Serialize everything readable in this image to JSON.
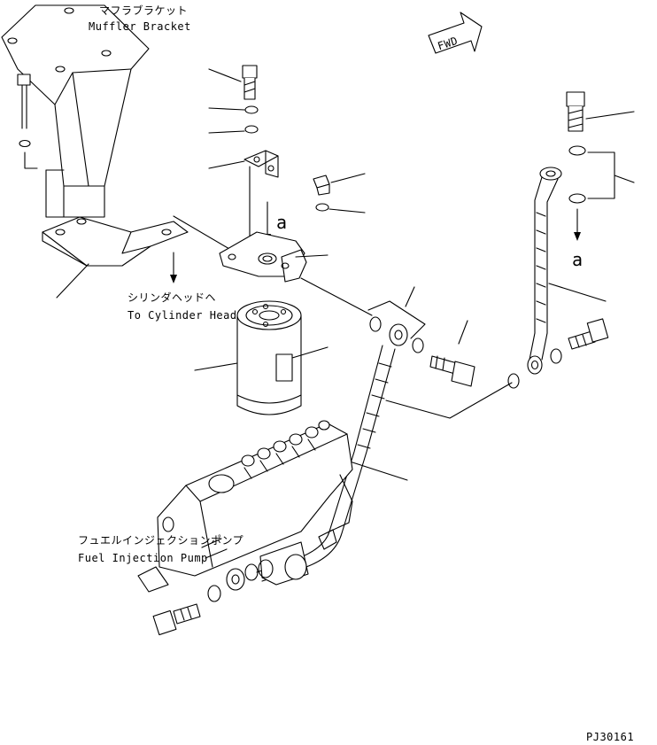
{
  "labels": {
    "muffler_jp": "マフラブラケット",
    "muffler_en": "Muffler Bracket",
    "cylinder_jp": "シリンダヘッドヘ",
    "cylinder_en": "To Cylinder Head",
    "pump_jp": "フュエルインジェクションポンプ",
    "pump_en": "Fuel Injection Pump",
    "fwd": "FWD",
    "ref_a_left": "a",
    "ref_a_right": "a",
    "drawing_no": "PJ30161"
  }
}
